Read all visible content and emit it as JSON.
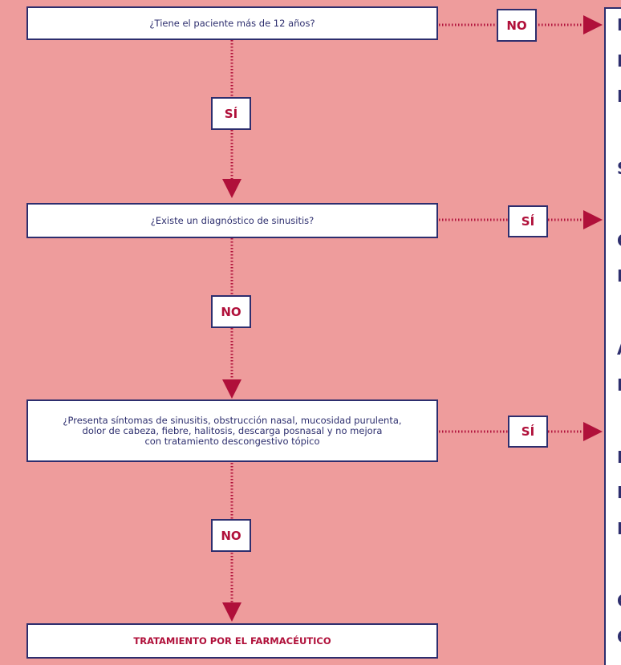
{
  "flow": {
    "q1": "¿Tiene el paciente más de 12 años?",
    "q2": "¿Existe un diagnóstico de sinusitis?",
    "q3_line1": "¿Presenta síntomas de sinusitis, obstrucción nasal, mucosidad purulenta,",
    "q3_line2": "dolor de cabeza, fiebre, halitosis, descarga posnasal y no mejora",
    "q3_line3": "con tratamiento descongestivo tópico",
    "final": "TRATAMIENTO POR EL FARMACÉUTICO"
  },
  "labels": {
    "no_1": "NO",
    "si_1": "SÍ",
    "si_2": "SÍ",
    "no_2": "NO",
    "si_3": "SÍ",
    "no_3": "NO"
  },
  "right_panel": {
    "letters": [
      "I",
      "I",
      "N",
      "S",
      "C",
      "N",
      "A",
      "I",
      "N",
      "I",
      "D",
      "C",
      "C"
    ]
  },
  "colors": {
    "background": "#ee9c9c",
    "border": "#2d2e6e",
    "accent": "#b0103a"
  }
}
